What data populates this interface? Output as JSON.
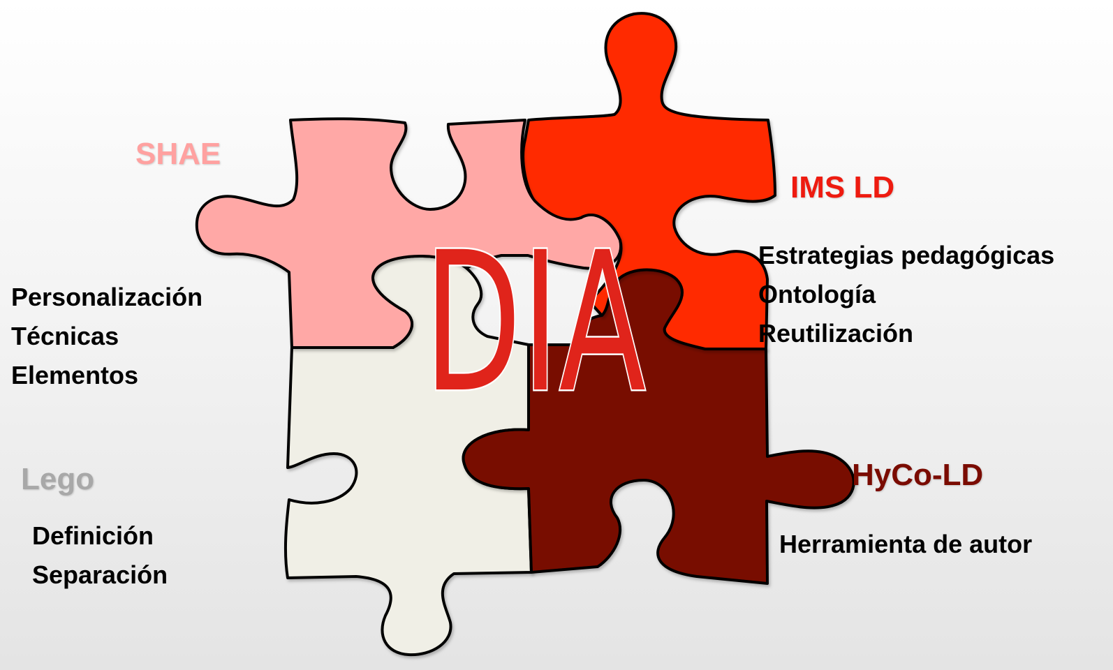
{
  "center_word": "DIA",
  "colors": {
    "shae": "#ffa8a6",
    "ims_ld": "#ff2a00",
    "lego": "#f0efe6",
    "hyco_ld": "#780d00",
    "outline": "#000000",
    "center_word_fill": "#e0241b",
    "shae_title": "#ffa1a0",
    "ims_ld_title": "#ee1b10",
    "lego_title": "#a8a8a8",
    "hyco_ld_title": "#7a0b00"
  },
  "pieces": {
    "shae": {
      "icon": "puzzle-piece-icon",
      "title": "SHAE",
      "items": [
        "Personalización",
        "Técnicas",
        "Elementos"
      ]
    },
    "ims_ld": {
      "icon": "puzzle-piece-icon",
      "title": "IMS LD",
      "items": [
        "Estrategias pedagógicas",
        "Ontología",
        "Reutilización"
      ]
    },
    "lego": {
      "icon": "puzzle-piece-icon",
      "title": "Lego",
      "items": [
        "Definición",
        "Separación"
      ]
    },
    "hyco_ld": {
      "icon": "puzzle-piece-icon",
      "title": "HyCo-LD",
      "items": [
        "Herramienta de autor"
      ]
    }
  }
}
